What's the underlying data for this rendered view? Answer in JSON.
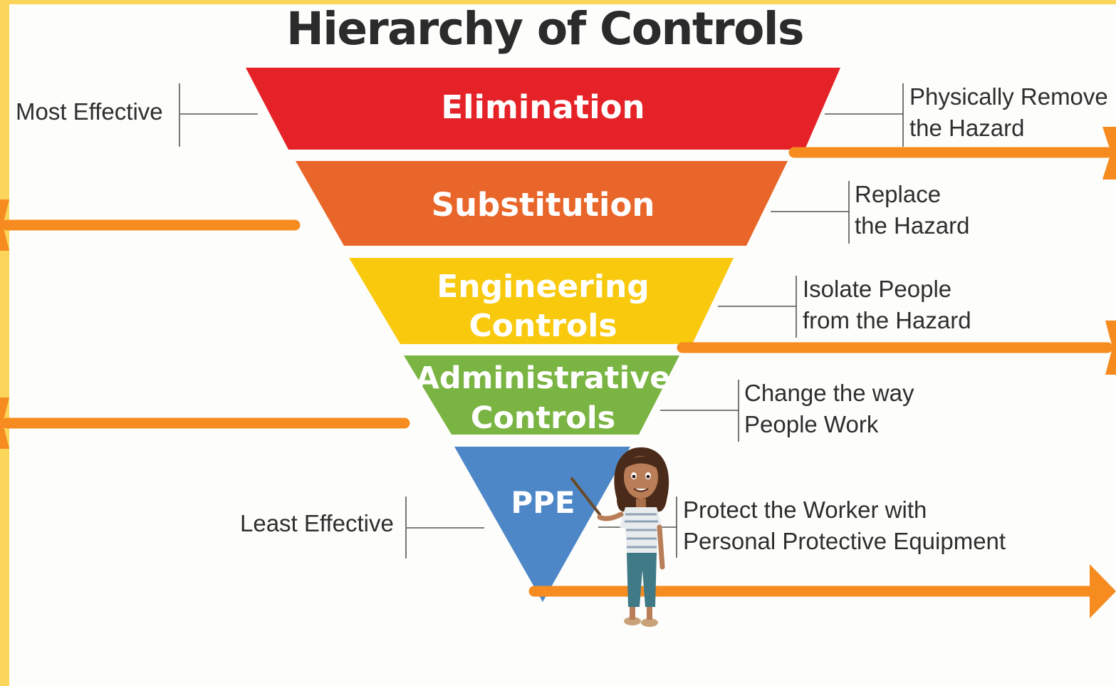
{
  "title": "Hierarchy of Controls",
  "colors": {
    "frame": "#fbd65a",
    "arrow": "#f68b1f",
    "elimination": "#e52227",
    "substitution": "#e8662a",
    "engineering": "#f8c90d",
    "administrative": "#7ab443",
    "ppe": "#4d87c7",
    "guide_line": "#555555"
  },
  "scale": {
    "most_effective": "Most Effective",
    "least_effective": "Least Effective"
  },
  "tiers": [
    {
      "name": "Elimination",
      "description": [
        "Physically Remove",
        "the Hazard"
      ]
    },
    {
      "name": "Substitution",
      "description": [
        "Replace",
        "the Hazard"
      ]
    },
    {
      "name": [
        "Engineering",
        "Controls"
      ],
      "description": [
        "Isolate People",
        "from the Hazard"
      ]
    },
    {
      "name": [
        "Administrative",
        "Controls"
      ],
      "description": [
        "Change the way",
        "People Work"
      ]
    },
    {
      "name": "PPE",
      "description": [
        "Protect the Worker with",
        "Personal Protective Equipment"
      ]
    }
  ]
}
